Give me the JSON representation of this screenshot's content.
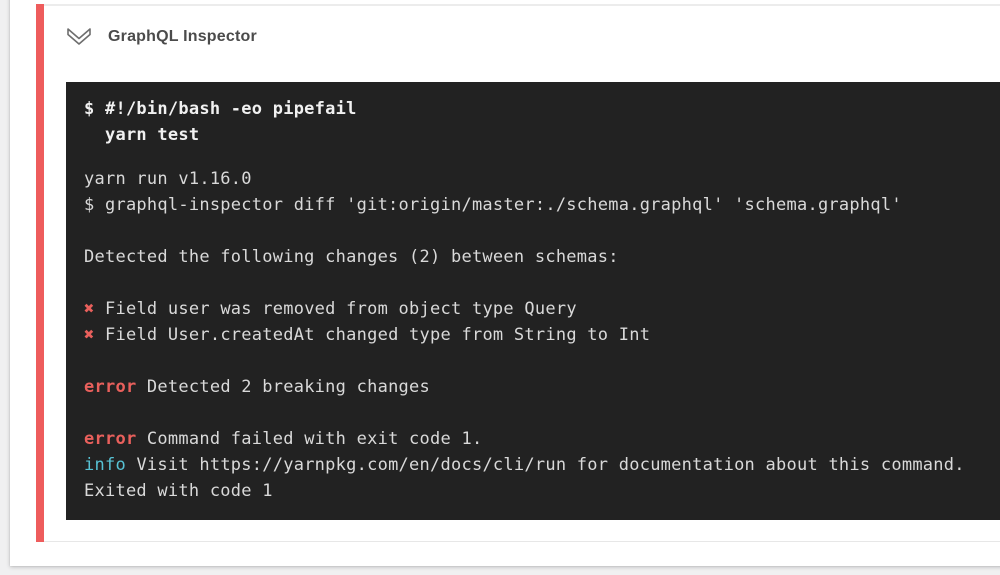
{
  "page": {
    "background": "#f0f0f1"
  },
  "card": {
    "background": "#ffffff"
  },
  "step": {
    "title": "GraphQL Inspector",
    "status": "failed",
    "accent_color": "#ee5c5c",
    "collapse_icon": "chevron-down-outline"
  },
  "terminal": {
    "background": "#222222",
    "colors": {
      "text": "#d9d9d9",
      "command": "#f1f1f1",
      "red": "#e9605c",
      "cyan": "#57c2d4"
    },
    "command_lines": [
      "$ #!/bin/bash -eo pipefail",
      "  yarn test"
    ],
    "output_lines": [
      [
        {
          "t": "yarn run v1.16.0"
        }
      ],
      [
        {
          "t": "$ graphql-inspector diff 'git:origin/master:./schema.graphql' 'schema.graphql'"
        }
      ],
      [],
      [
        {
          "t": "Detected the following changes (2) between schemas:"
        }
      ],
      [],
      [
        {
          "t": "✖",
          "c": "red"
        },
        {
          "t": " Field user was removed from object type Query"
        }
      ],
      [
        {
          "t": "✖",
          "c": "red"
        },
        {
          "t": " Field User.createdAt changed type from String to Int"
        }
      ],
      [],
      [
        {
          "t": "error",
          "c": "red"
        },
        {
          "t": " Detected 2 breaking changes"
        }
      ],
      [],
      [
        {
          "t": "error",
          "c": "red"
        },
        {
          "t": " Command failed with exit code 1."
        }
      ],
      [
        {
          "t": "info",
          "c": "cyan"
        },
        {
          "t": " Visit https://yarnpkg.com/en/docs/cli/run for documentation about this command."
        }
      ],
      [
        {
          "t": "Exited with code 1"
        }
      ]
    ]
  }
}
